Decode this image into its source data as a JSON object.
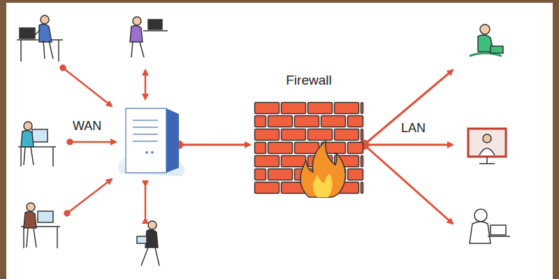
{
  "diagram": {
    "nodes": [
      {
        "text": [
          "Firewall"
        ]
      }
    ],
    "labels": [
      "WAN",
      "LAN"
    ]
  }
}
